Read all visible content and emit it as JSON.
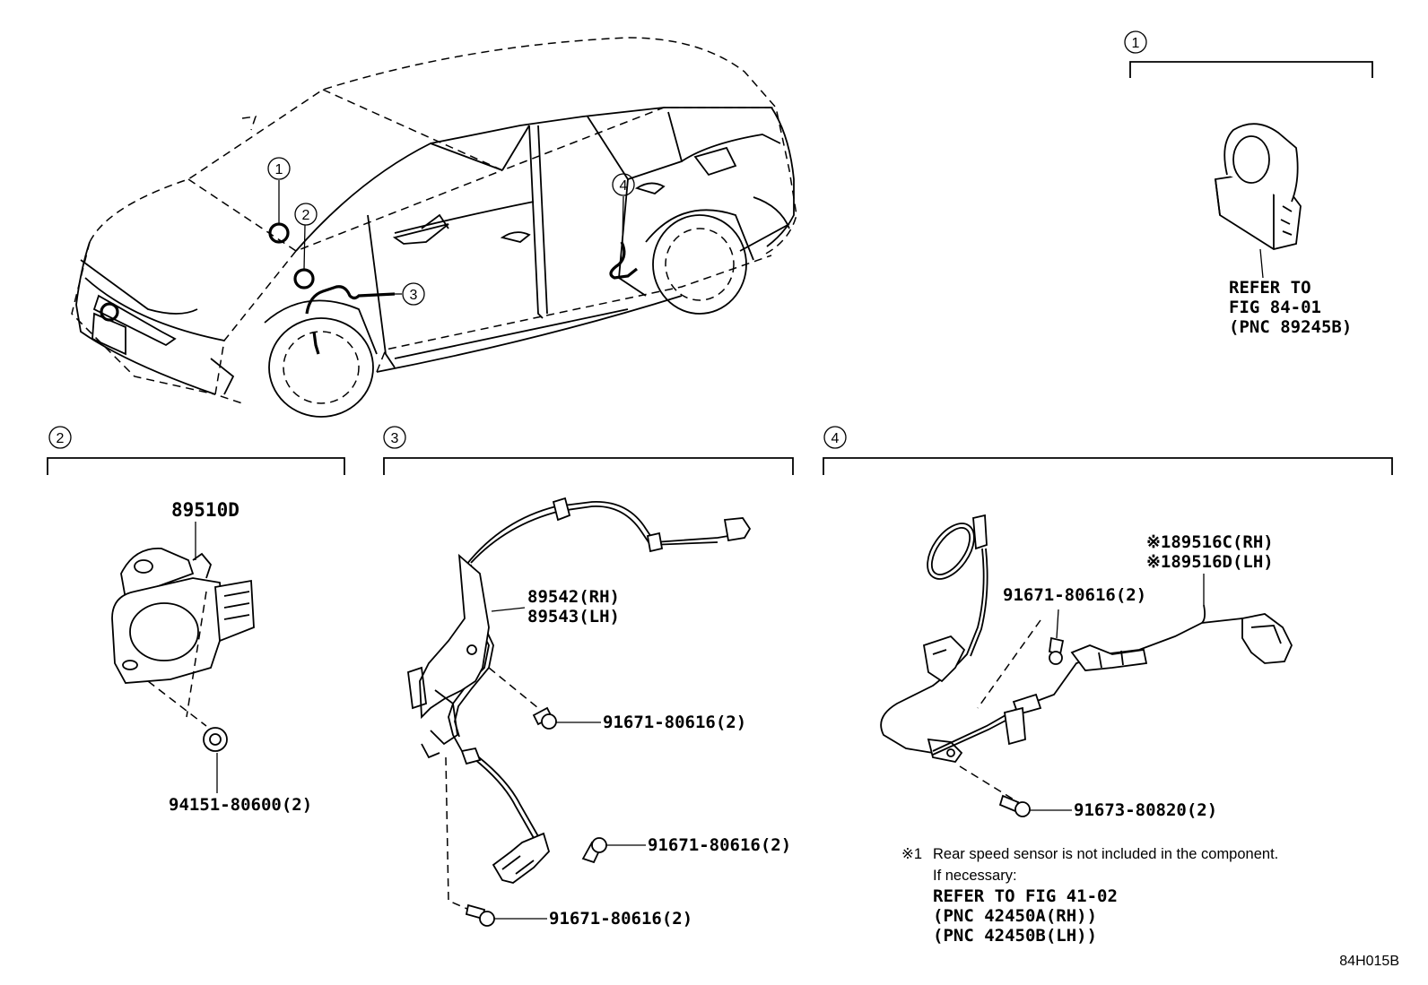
{
  "markers": {
    "m1": "1",
    "m2": "2",
    "m3": "3",
    "m4": "4"
  },
  "section1": {
    "marker": "1",
    "refer_line1": "REFER TO",
    "refer_line2": "FIG 84-01",
    "refer_line3": "(PNC 89245B)"
  },
  "section2": {
    "marker": "2",
    "part_sensor": "89510D",
    "part_nut": "94151-80600(2)"
  },
  "section3": {
    "marker": "3",
    "part_rh": "89542(RH)",
    "part_lh": "89543(LH)",
    "bolt_a": "91671-80616(2)",
    "bolt_b": "91671-80616(2)",
    "bolt_c": "91671-80616(2)"
  },
  "section4": {
    "marker": "4",
    "part_rh": "※189516C(RH)",
    "part_lh": "※189516D(LH)",
    "bolt_a": "91671-80616(2)",
    "bolt_b": "91673-80820(2)",
    "note_mark": "※1",
    "note_line1": "Rear speed sensor is not included in the component.",
    "note_line2": "If necessary:",
    "note_line3": "REFER TO FIG 41-02",
    "note_line4": "(PNC 42450A(RH))",
    "note_line5": "(PNC 42450B(LH))"
  },
  "figure_code": "84H015B"
}
